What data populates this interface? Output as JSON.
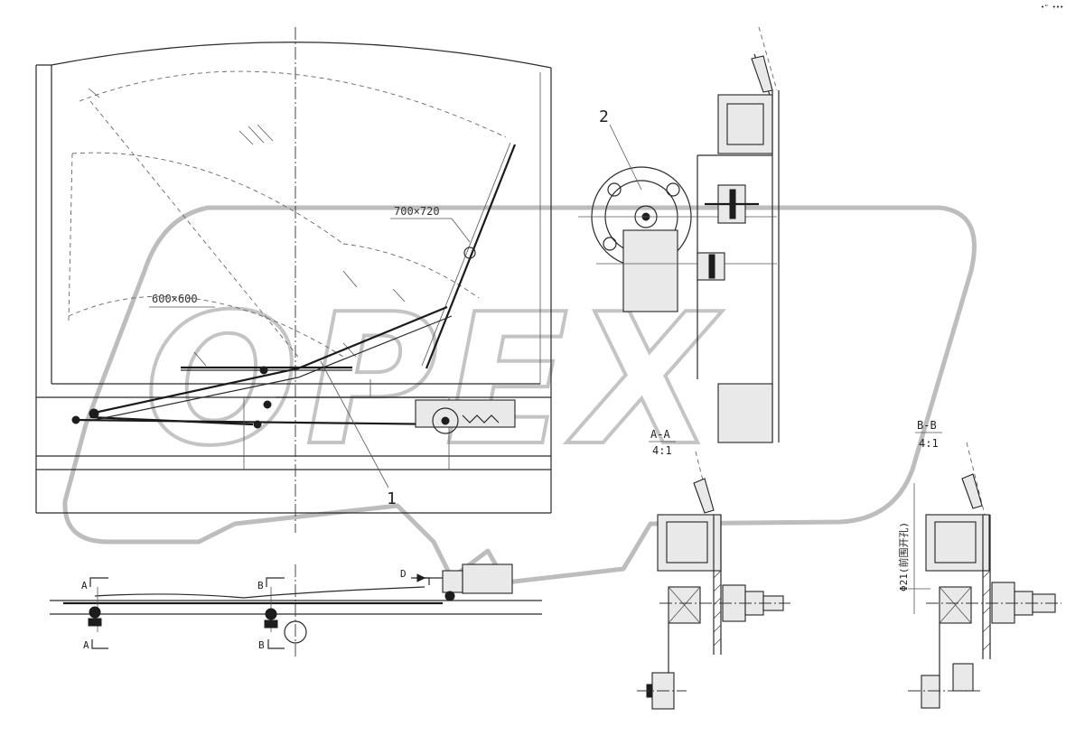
{
  "drawing": {
    "callouts": {
      "part1": "1",
      "part2": "2"
    },
    "dimensions": {
      "wiper_area_large": "700×720",
      "wiper_area_small": "600×600"
    },
    "section_markers": {
      "a_top": "A",
      "a_bottom": "A",
      "b_top": "B",
      "b_bottom": "B",
      "d_view": "D"
    },
    "sections": {
      "aa_title": "A-A",
      "aa_scale": "4:1",
      "bb_title": "B-B",
      "bb_scale": "4:1",
      "bb_note": "Φ21(前围开孔)"
    },
    "watermark": "OPEX",
    "corner_mark": "•\" •••"
  }
}
